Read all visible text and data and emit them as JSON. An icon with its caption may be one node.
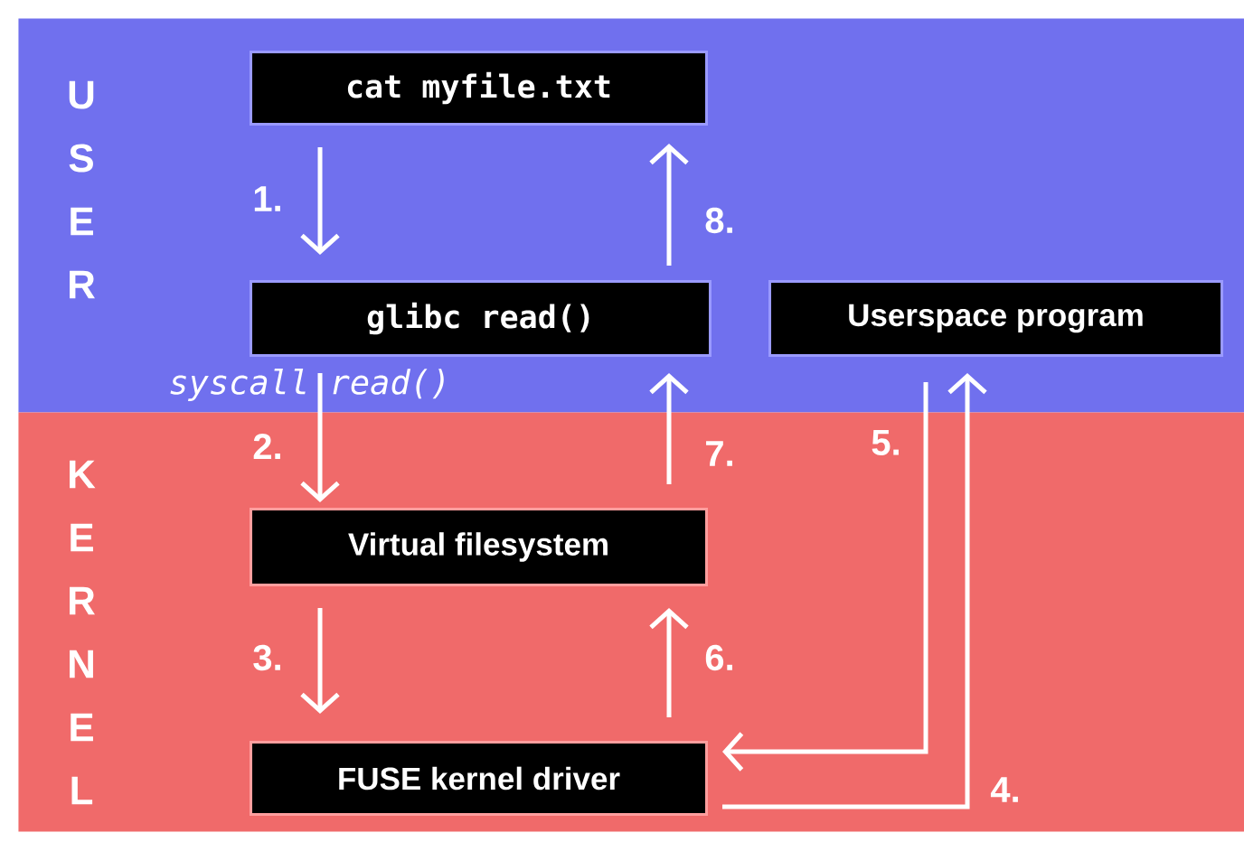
{
  "diagram": {
    "nodes": [
      {
        "text": [
          "U S E R"
        ]
      },
      {
        "text": [
          "cat myfile.txt"
        ],
        "in": 0
      },
      {
        "text": [
          "glibc read()"
        ],
        "in": 0
      },
      {
        "text": [
          "Userspace program"
        ],
        "in": 0
      },
      {
        "text": [
          "K E R N E L"
        ]
      },
      {
        "text": [
          "Virtual filesystem"
        ],
        "in": 4
      },
      {
        "text": [
          "FUSE kernel driver"
        ],
        "in": 4
      }
    ],
    "edges": [
      {
        "from": 1,
        "to": 2,
        "arrow": "to",
        "label": "1."
      },
      {
        "from": 2,
        "to": 1,
        "arrow": "to",
        "label": "8."
      },
      {
        "from": 2,
        "to": 5,
        "arrow": "to",
        "label": "2."
      },
      {
        "from": 5,
        "to": 2,
        "arrow": "to",
        "label": "7."
      },
      {
        "from": 5,
        "to": 6,
        "arrow": "to",
        "label": "3."
      },
      {
        "from": 6,
        "to": 5,
        "arrow": "to",
        "label": "6."
      },
      {
        "from": 6,
        "to": 3,
        "arrow": "to",
        "label": "4."
      },
      {
        "from": 3,
        "to": 6,
        "arrow": "to",
        "label": "5."
      }
    ],
    "labels": [
      "syscall read()"
    ]
  }
}
